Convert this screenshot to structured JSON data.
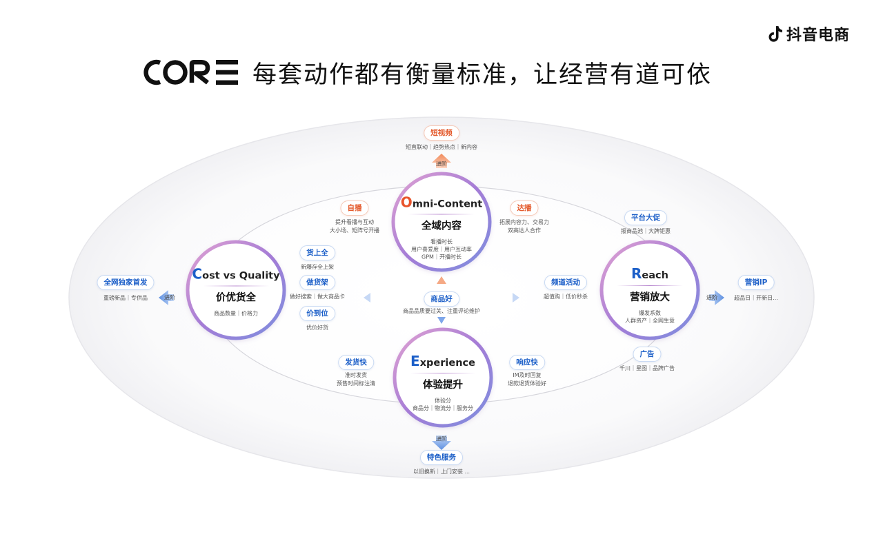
{
  "brand": {
    "icon": "douyin-note-icon",
    "name": "抖音电商"
  },
  "headline": {
    "logo_text": "CORE",
    "title": "每套动作都有衡量标准，让经营有道可依"
  },
  "diagram": {
    "step_label": "进阶",
    "nodes": {
      "omni": {
        "initial": "O",
        "rest": "mni-Content",
        "zh": "全域内容",
        "metrics": [
          "看播时长",
          "用户喜爱度｜用户互动率",
          "GPM｜开播时长"
        ]
      },
      "cost": {
        "initial": "C",
        "rest": "ost vs Quality",
        "zh": "价优货全",
        "metrics": [
          "商品数量｜价格力"
        ]
      },
      "reach": {
        "initial": "R",
        "rest": "each",
        "zh": "营销放大",
        "metrics": [
          "爆发系数",
          "人群资产｜全网生意"
        ]
      },
      "experience": {
        "initial": "E",
        "rest": "xperience",
        "zh": "体验提升",
        "metrics": [
          "体验分",
          "商品分｜物流分｜服务分"
        ]
      }
    },
    "pills": {
      "short_video": {
        "label": "短视频",
        "sub": [
          "短直联动｜趋势热点｜新内容"
        ]
      },
      "self_live": {
        "label": "自播",
        "sub": [
          "提升看播与互动",
          "大小场、矩阵号开播"
        ]
      },
      "creator_live": {
        "label": "达播",
        "sub": [
          "拓展内容力、交易力",
          "双高达人合作"
        ]
      },
      "goods_full": {
        "label": "货上全",
        "sub": [
          "新爆存全上架"
        ]
      },
      "goods_shelf": {
        "label": "做货架",
        "sub": [
          "做好搜索｜做大商品卡"
        ]
      },
      "price_right": {
        "label": "价到位",
        "sub": [
          "优价好货"
        ]
      },
      "exclusive_first": {
        "label": "全网独家首发",
        "sub": [
          "重磅新品｜专供品"
        ]
      },
      "product_good": {
        "label": "商品好",
        "sub": [
          "商品品质要过关、注重评论维护"
        ]
      },
      "channel_event": {
        "label": "频道活动",
        "sub": [
          "超值购｜低价秒杀"
        ]
      },
      "platform_promo": {
        "label": "平台大促",
        "sub": [
          "报商品池｜大牌钜惠"
        ]
      },
      "marketing_ip": {
        "label": "营销IP",
        "sub": [
          "超品日｜开新日..."
        ]
      },
      "ad": {
        "label": "广告",
        "sub": [
          "千川｜星图｜品牌广告"
        ]
      },
      "ship_fast": {
        "label": "发货快",
        "sub": [
          "准时发货",
          "预售时间标注清"
        ]
      },
      "respond_fast": {
        "label": "响应快",
        "sub": [
          "IM及时回复",
          "退款退货体验好"
        ]
      },
      "special_service": {
        "label": "特色服务",
        "sub": [
          "以旧换新｜上门安装 ..."
        ]
      }
    },
    "colors": {
      "ring_gradient": [
        "#d48fcf",
        "#a57cd6",
        "#7c8fdf"
      ],
      "arrow_orange": "#f08a5a",
      "arrow_blue": "#5d8fe0",
      "pill_blue_text": "#1c5fc8",
      "pill_orange_text": "#e45a2c"
    }
  }
}
